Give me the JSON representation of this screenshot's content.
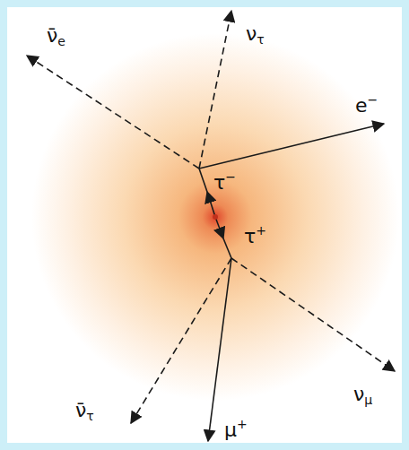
{
  "diagram": {
    "labels": [
      "ν̄e",
      "ντ",
      "e−",
      "τ−",
      "τ+",
      "ν̄τ",
      "μ+",
      "νμ"
    ]
  }
}
